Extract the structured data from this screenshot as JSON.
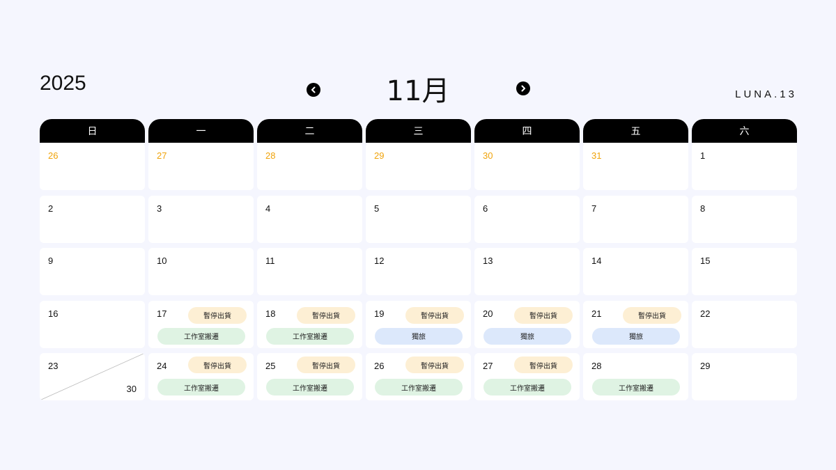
{
  "header": {
    "year": "2025",
    "month": "11月",
    "brand": "LUNA.13",
    "prev_icon": "chevron-left-icon",
    "next_icon": "chevron-right-icon"
  },
  "weekdays": [
    "日",
    "一",
    "二",
    "三",
    "四",
    "五",
    "六"
  ],
  "colors": {
    "background": "#f5f6fe",
    "header_bar": "#000000",
    "other_month_day": "#f0a30a",
    "tag_pause_shipping": "#fdefd4",
    "tag_studio_move": "#dff3e3",
    "tag_solo_trip": "#dce8fb"
  },
  "tags": {
    "pause_shipping": "暫停出貨",
    "studio_move": "工作室搬遷",
    "solo_trip": "獨旅"
  },
  "weeks": [
    [
      {
        "day": "26",
        "other": true
      },
      {
        "day": "27",
        "other": true
      },
      {
        "day": "28",
        "other": true
      },
      {
        "day": "29",
        "other": true
      },
      {
        "day": "30",
        "other": true
      },
      {
        "day": "31",
        "other": true
      },
      {
        "day": "1"
      }
    ],
    [
      {
        "day": "2"
      },
      {
        "day": "3"
      },
      {
        "day": "4"
      },
      {
        "day": "5"
      },
      {
        "day": "6"
      },
      {
        "day": "7"
      },
      {
        "day": "8"
      }
    ],
    [
      {
        "day": "9"
      },
      {
        "day": "10"
      },
      {
        "day": "11"
      },
      {
        "day": "12"
      },
      {
        "day": "13"
      },
      {
        "day": "14"
      },
      {
        "day": "15"
      }
    ],
    [
      {
        "day": "16"
      },
      {
        "day": "17",
        "events": [
          "暫停出貨",
          "工作室搬遷"
        ]
      },
      {
        "day": "18",
        "events": [
          "暫停出貨",
          "工作室搬遷"
        ]
      },
      {
        "day": "19",
        "events": [
          "暫停出貨",
          "獨旅"
        ]
      },
      {
        "day": "20",
        "events": [
          "暫停出貨",
          "獨旅"
        ]
      },
      {
        "day": "21",
        "events": [
          "暫停出貨",
          "獨旅"
        ]
      },
      {
        "day": "22"
      }
    ],
    [
      {
        "day": "23",
        "split_day": "30"
      },
      {
        "day": "24",
        "events": [
          "暫停出貨",
          "工作室搬遷"
        ]
      },
      {
        "day": "25",
        "events": [
          "暫停出貨",
          "工作室搬遷"
        ]
      },
      {
        "day": "26",
        "events": [
          "暫停出貨",
          "工作室搬遷"
        ]
      },
      {
        "day": "27",
        "events": [
          "暫停出貨",
          "工作室搬遷"
        ]
      },
      {
        "day": "28",
        "events": [
          "工作室搬遷"
        ]
      },
      {
        "day": "29"
      }
    ]
  ]
}
